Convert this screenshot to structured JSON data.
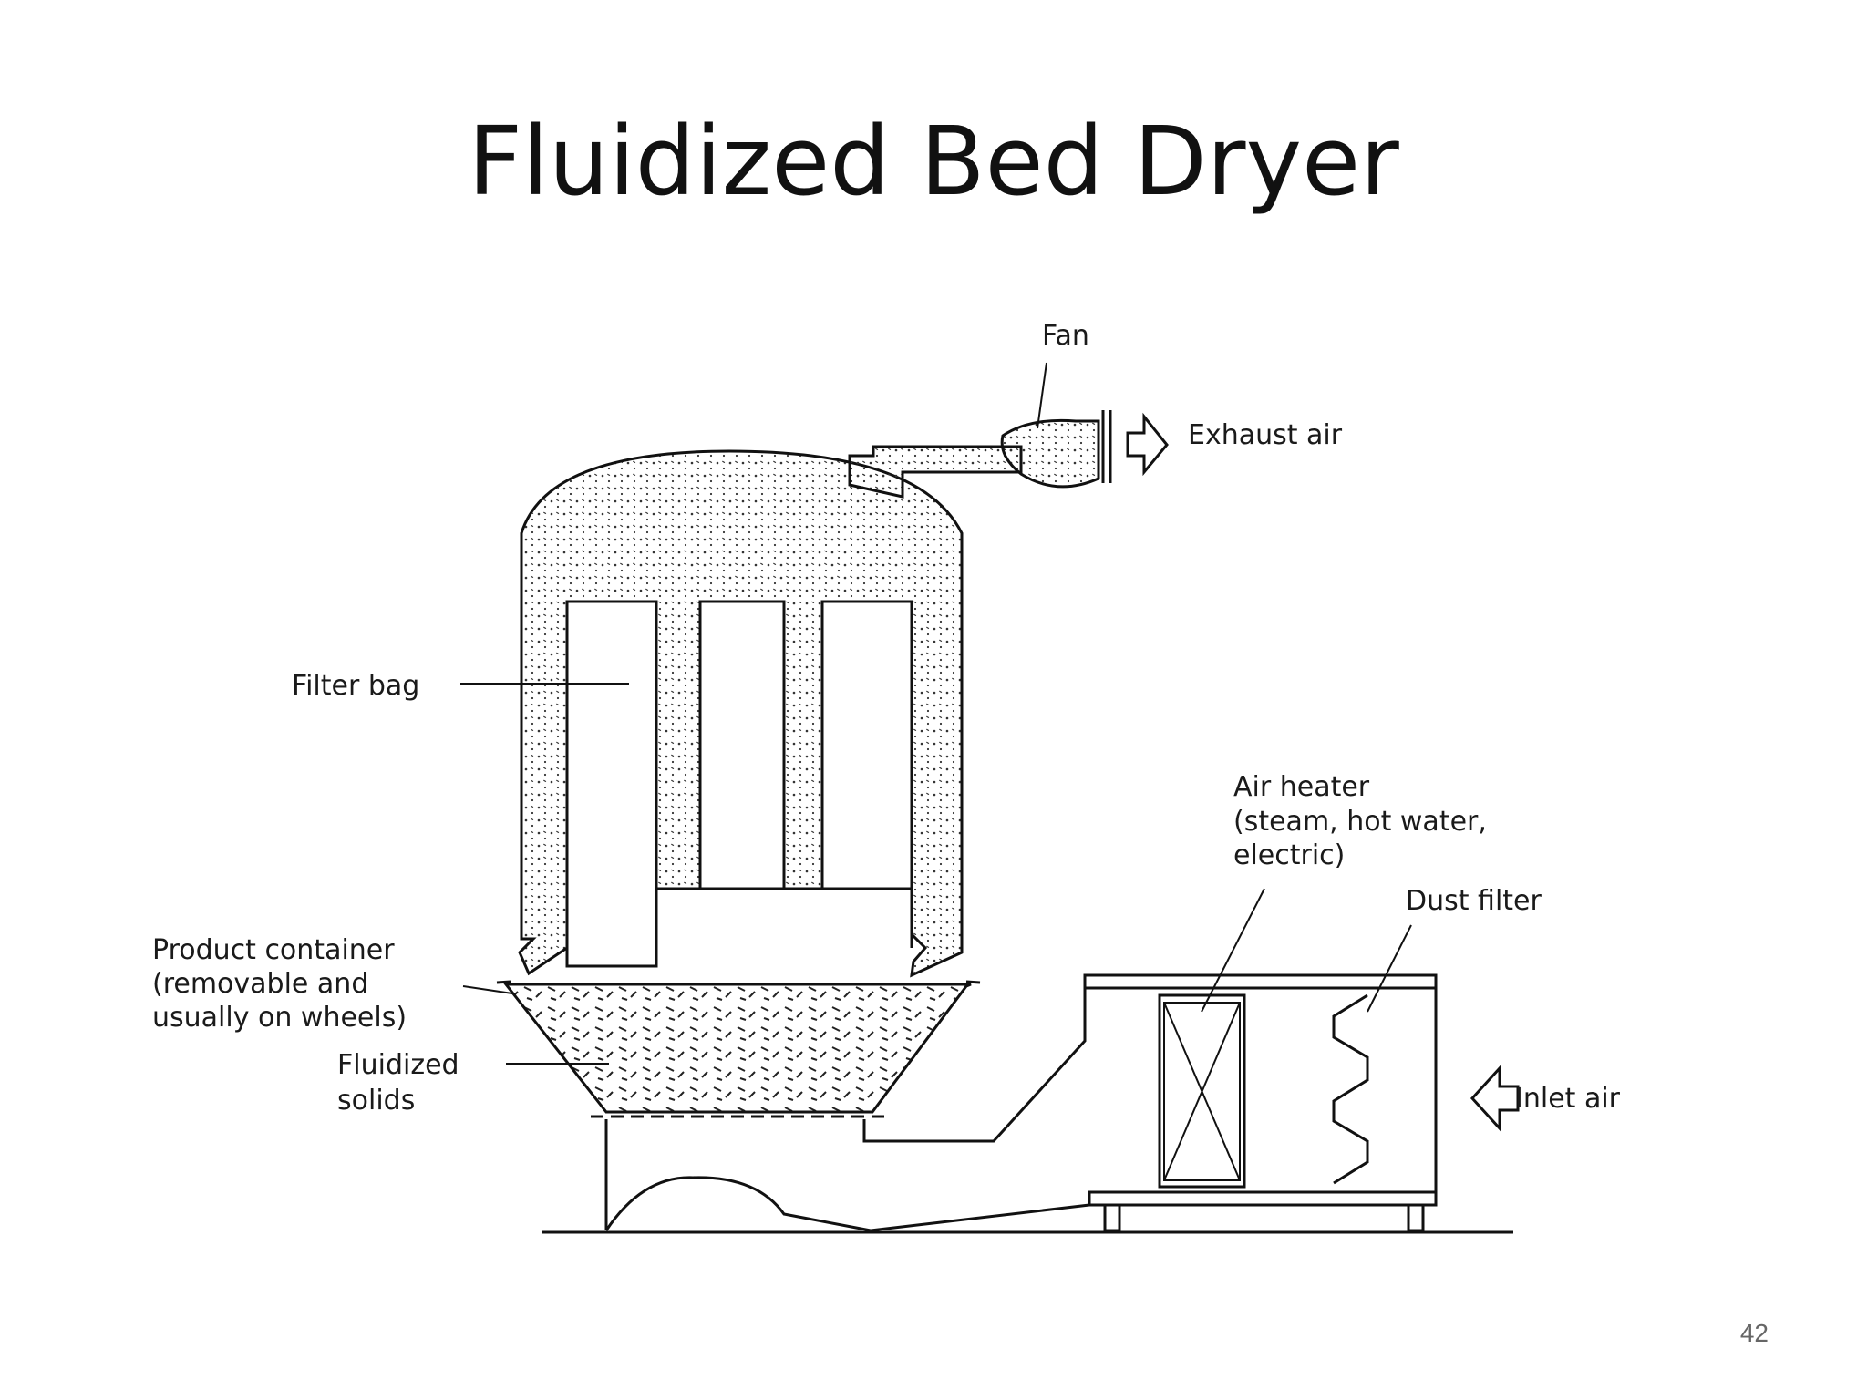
{
  "slide": {
    "title": "Fluidized Bed Dryer",
    "page_number": "42"
  },
  "diagram": {
    "labels": {
      "fan": "Fan",
      "exhaust_air": "Exhaust air",
      "filter_bag": "Filter bag",
      "air_heater": [
        "Air heater",
        "(steam, hot water,",
        "electric)"
      ],
      "dust_filter": "Dust filter",
      "product_container": [
        "Product container",
        "(removable and",
        "usually on wheels)"
      ],
      "fluidized_solids": [
        "Fluidized",
        "solids"
      ],
      "inlet_air": "Inlet air"
    }
  }
}
